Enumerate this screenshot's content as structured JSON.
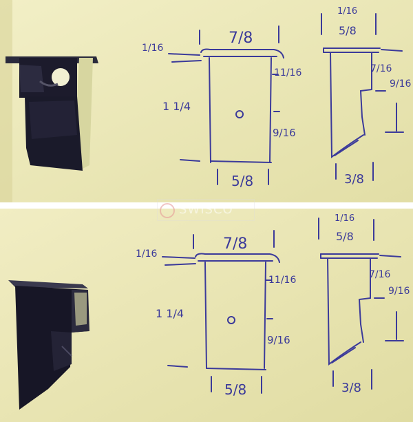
{
  "watermark": {
    "text": "SWISCO"
  },
  "sketch": {
    "top_width": "7/8",
    "flange": "1/16",
    "height": "1 1/4",
    "upper_hole_offset": "11/16",
    "lower_hole_offset": "9/16",
    "bottom_width": "5/8",
    "side_top_width": "5/8",
    "side_flange": "1/16",
    "side_step": "7/16",
    "side_height": "9/16",
    "side_depth": "3/8"
  },
  "colors": {
    "paper": "#ece8b6",
    "ink": "#3b3a9a",
    "part": "#1c1b2c"
  }
}
